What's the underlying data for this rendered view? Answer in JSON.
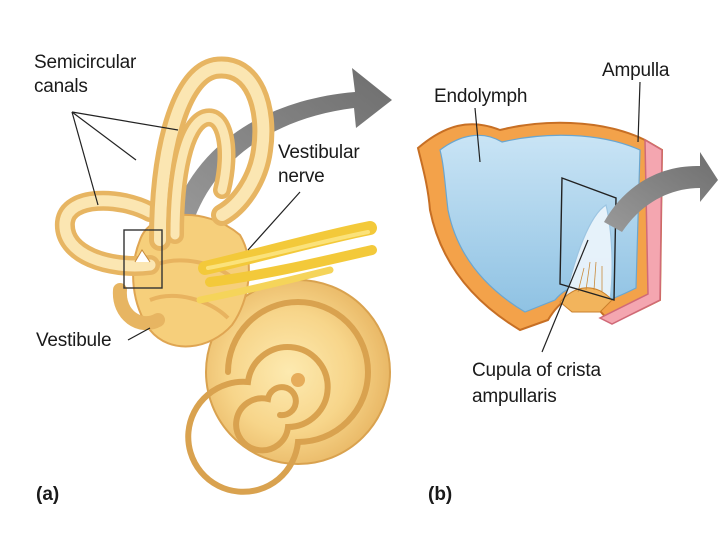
{
  "panel_a": {
    "letter": "(a)",
    "labels": {
      "semicircular_line1": "Semicircular",
      "semicircular_line2": "canals",
      "vestibular_line1": "Vestibular",
      "vestibular_line2": "nerve",
      "vestibule": "Vestibule"
    }
  },
  "panel_b": {
    "letter": "(b)",
    "labels": {
      "endolymph": "Endolymph",
      "ampulla": "Ampulla",
      "cupula_line1": "Cupula of crista",
      "cupula_line2": "ampullaris"
    }
  }
}
